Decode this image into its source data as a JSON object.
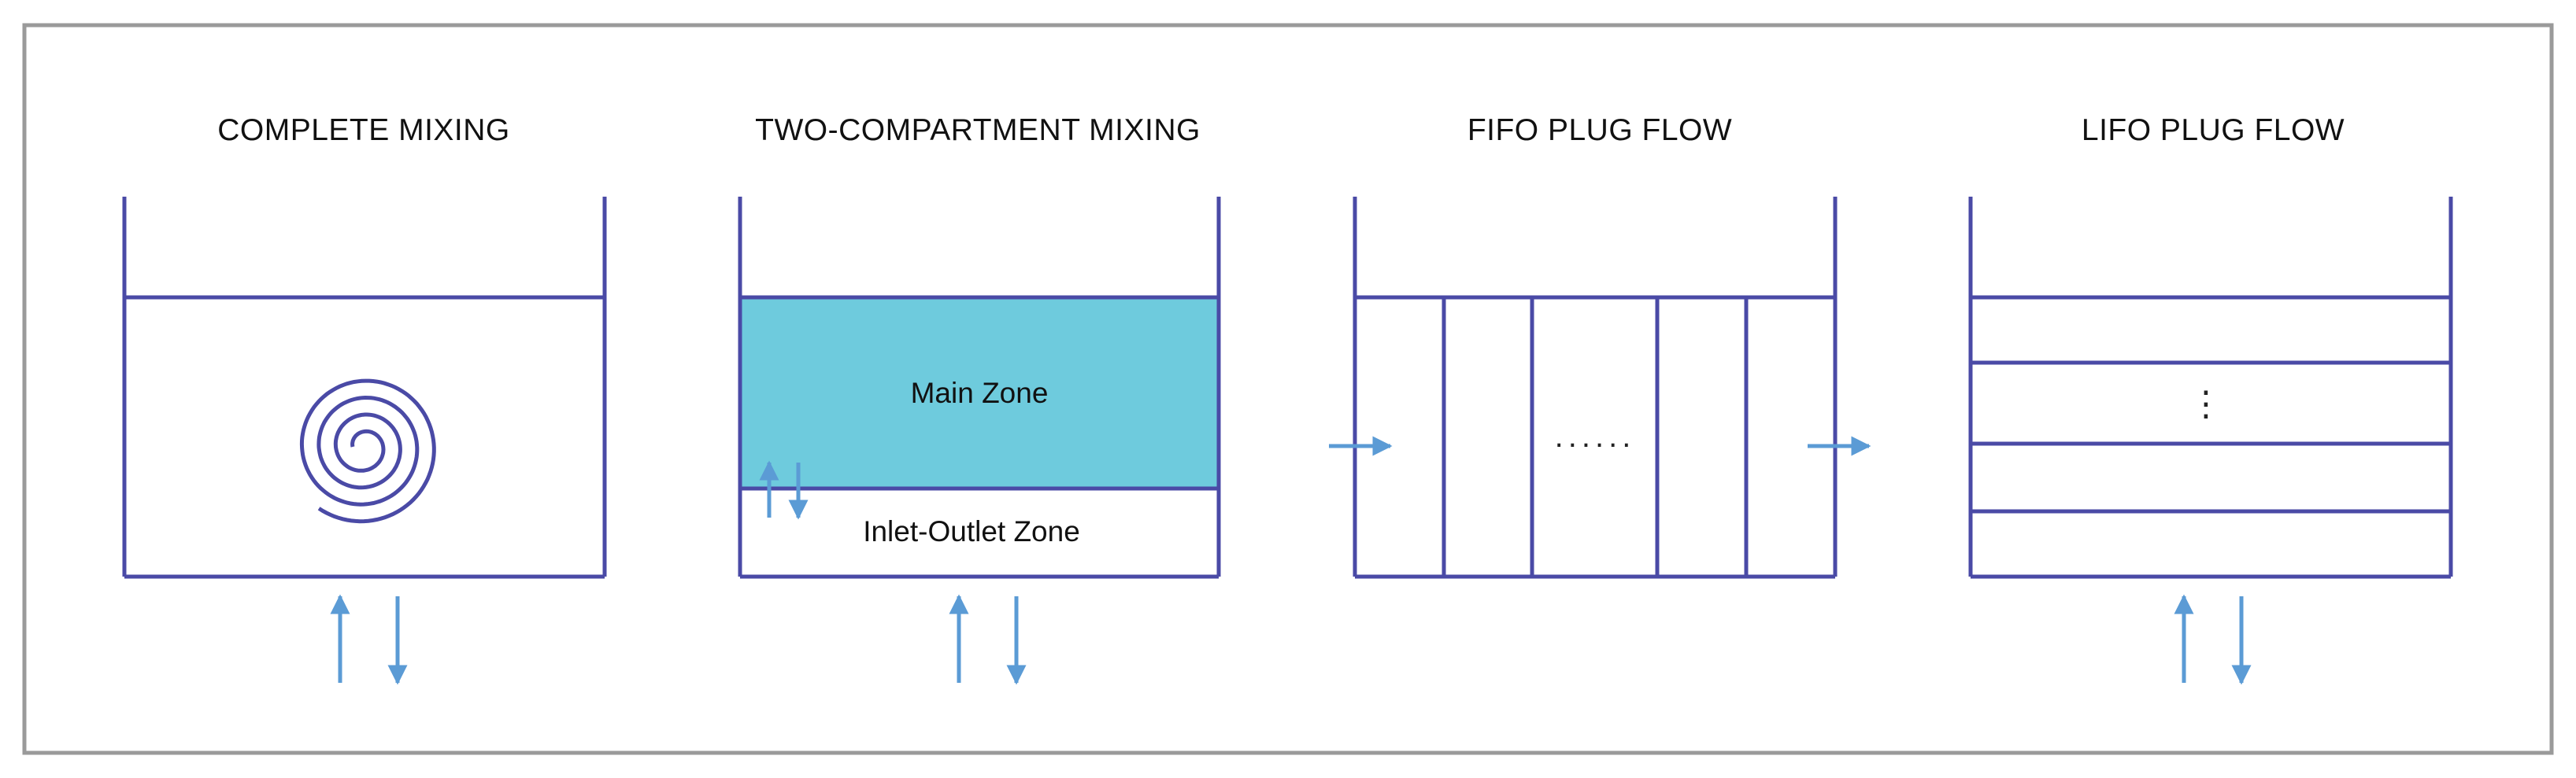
{
  "panels": [
    {
      "title": "COMPLETE MIXING"
    },
    {
      "title": "TWO-COMPARTMENT MIXING",
      "zones": {
        "main": "Main Zone",
        "inlet_outlet": "Inlet-Outlet Zone"
      }
    },
    {
      "title": "FIFO PLUG FLOW",
      "dots": "......"
    },
    {
      "title": "LIFO PLUG FLOW",
      "dots": "⋮"
    }
  ],
  "colors": {
    "frame": "#9a9a9a",
    "tank_outline": "#4a4aa6",
    "arrow": "#5b9bd5",
    "main_zone_fill": "#6ecbdd"
  }
}
